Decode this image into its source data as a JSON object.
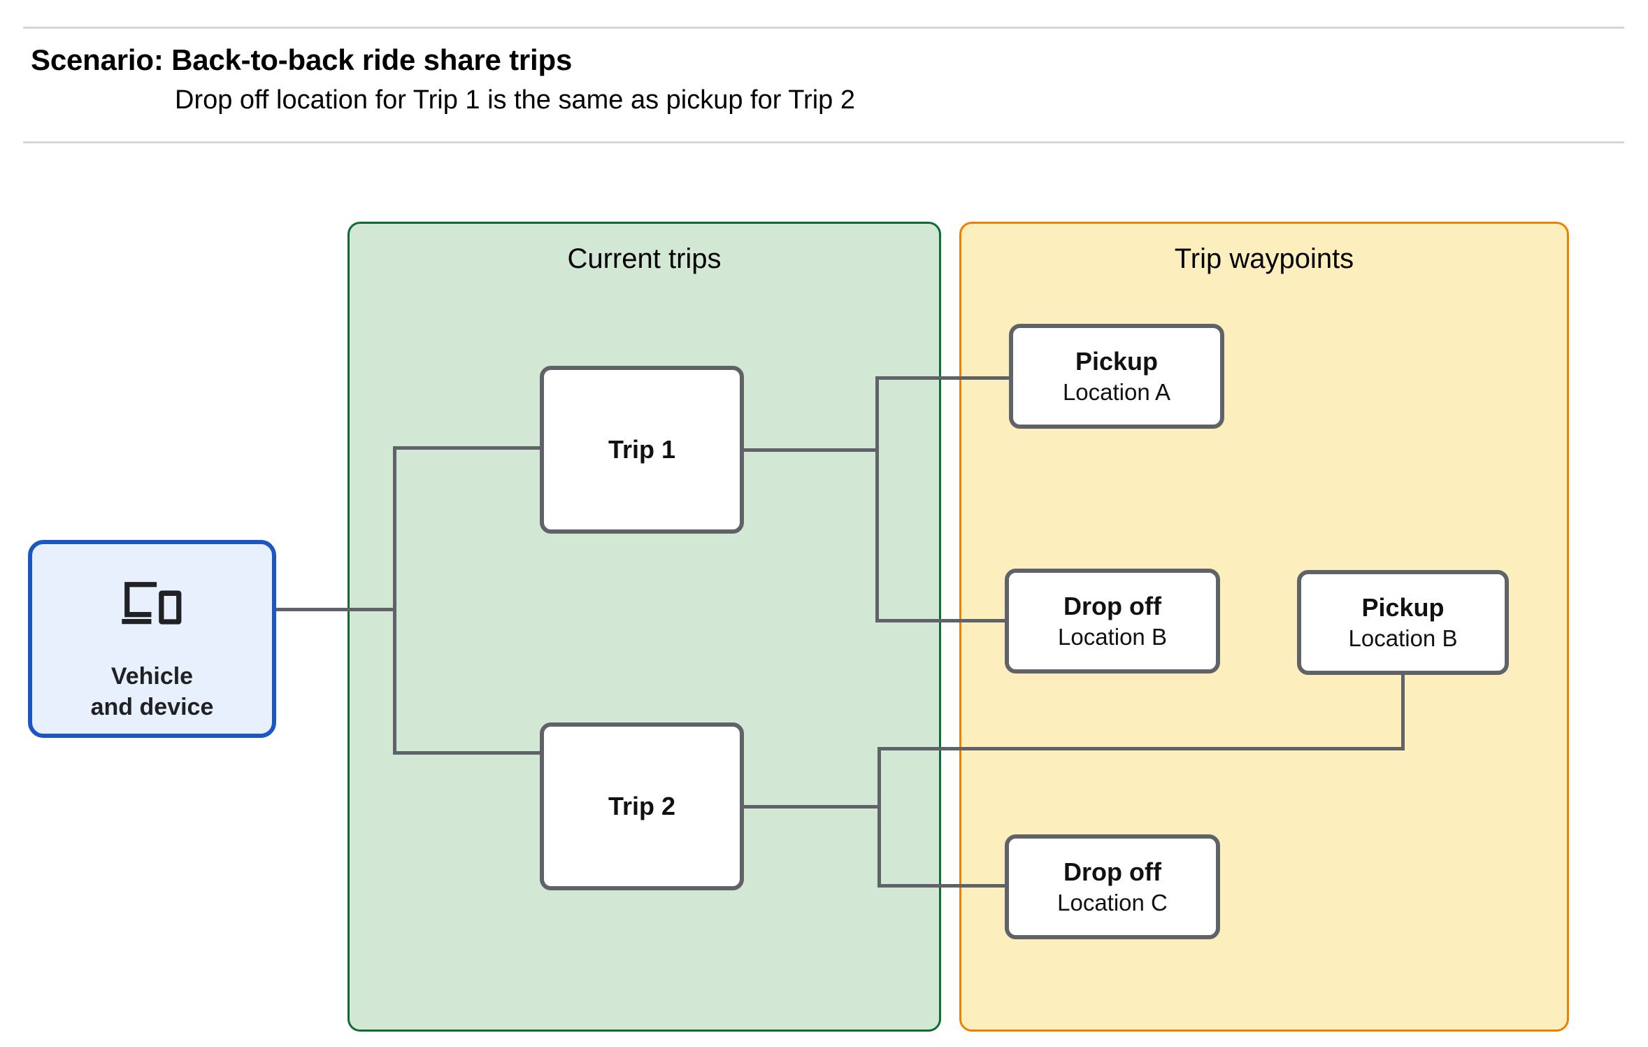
{
  "header": {
    "title": "Scenario: Back-to-back ride share trips",
    "subtitle": "Drop off  location for Trip 1 is the same as pickup for Trip 2"
  },
  "groups": {
    "current_trips": {
      "label": "Current trips",
      "border_color": "#0d6b33",
      "fill_color": "#d2e8d5"
    },
    "trip_waypoints": {
      "label": "Trip waypoints",
      "border_color": "#f08000",
      "fill_color": "#fdeebd"
    }
  },
  "nodes": {
    "vehicle": {
      "icon": "devices-icon",
      "label_line_1": "Vehicle",
      "label_line_2": "and device",
      "border_color": "#1a56c4",
      "fill_color": "#e8f0fe"
    },
    "trip_1": {
      "title": "Trip 1"
    },
    "trip_2": {
      "title": "Trip 2"
    },
    "pickup_a": {
      "title": "Pickup",
      "sub": "Location A"
    },
    "dropoff_b": {
      "title": "Drop off",
      "sub": "Location B"
    },
    "pickup_b": {
      "title": "Pickup",
      "sub": "Location B"
    },
    "dropoff_c": {
      "title": "Drop off",
      "sub": "Location C"
    }
  },
  "connector_color": "#5f6368"
}
